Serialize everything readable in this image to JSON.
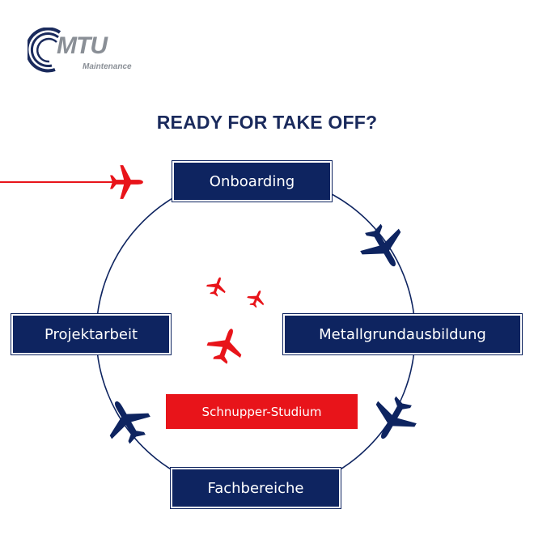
{
  "logo": {
    "brand": "MTU",
    "subtitle": "Maintenance"
  },
  "headline": "READY FOR TAKE OFF?",
  "stages": {
    "onboarding": "Onboarding",
    "metallgrundausbildung": "Metallgrundausbildung",
    "fachbereiche": "Fachbereiche",
    "projektarbeit": "Projektarbeit"
  },
  "highlight": "Schnupper-Studium",
  "colors": {
    "navy": "#0e2460",
    "red": "#e8141a",
    "logo_gray": "#8a8f96"
  }
}
